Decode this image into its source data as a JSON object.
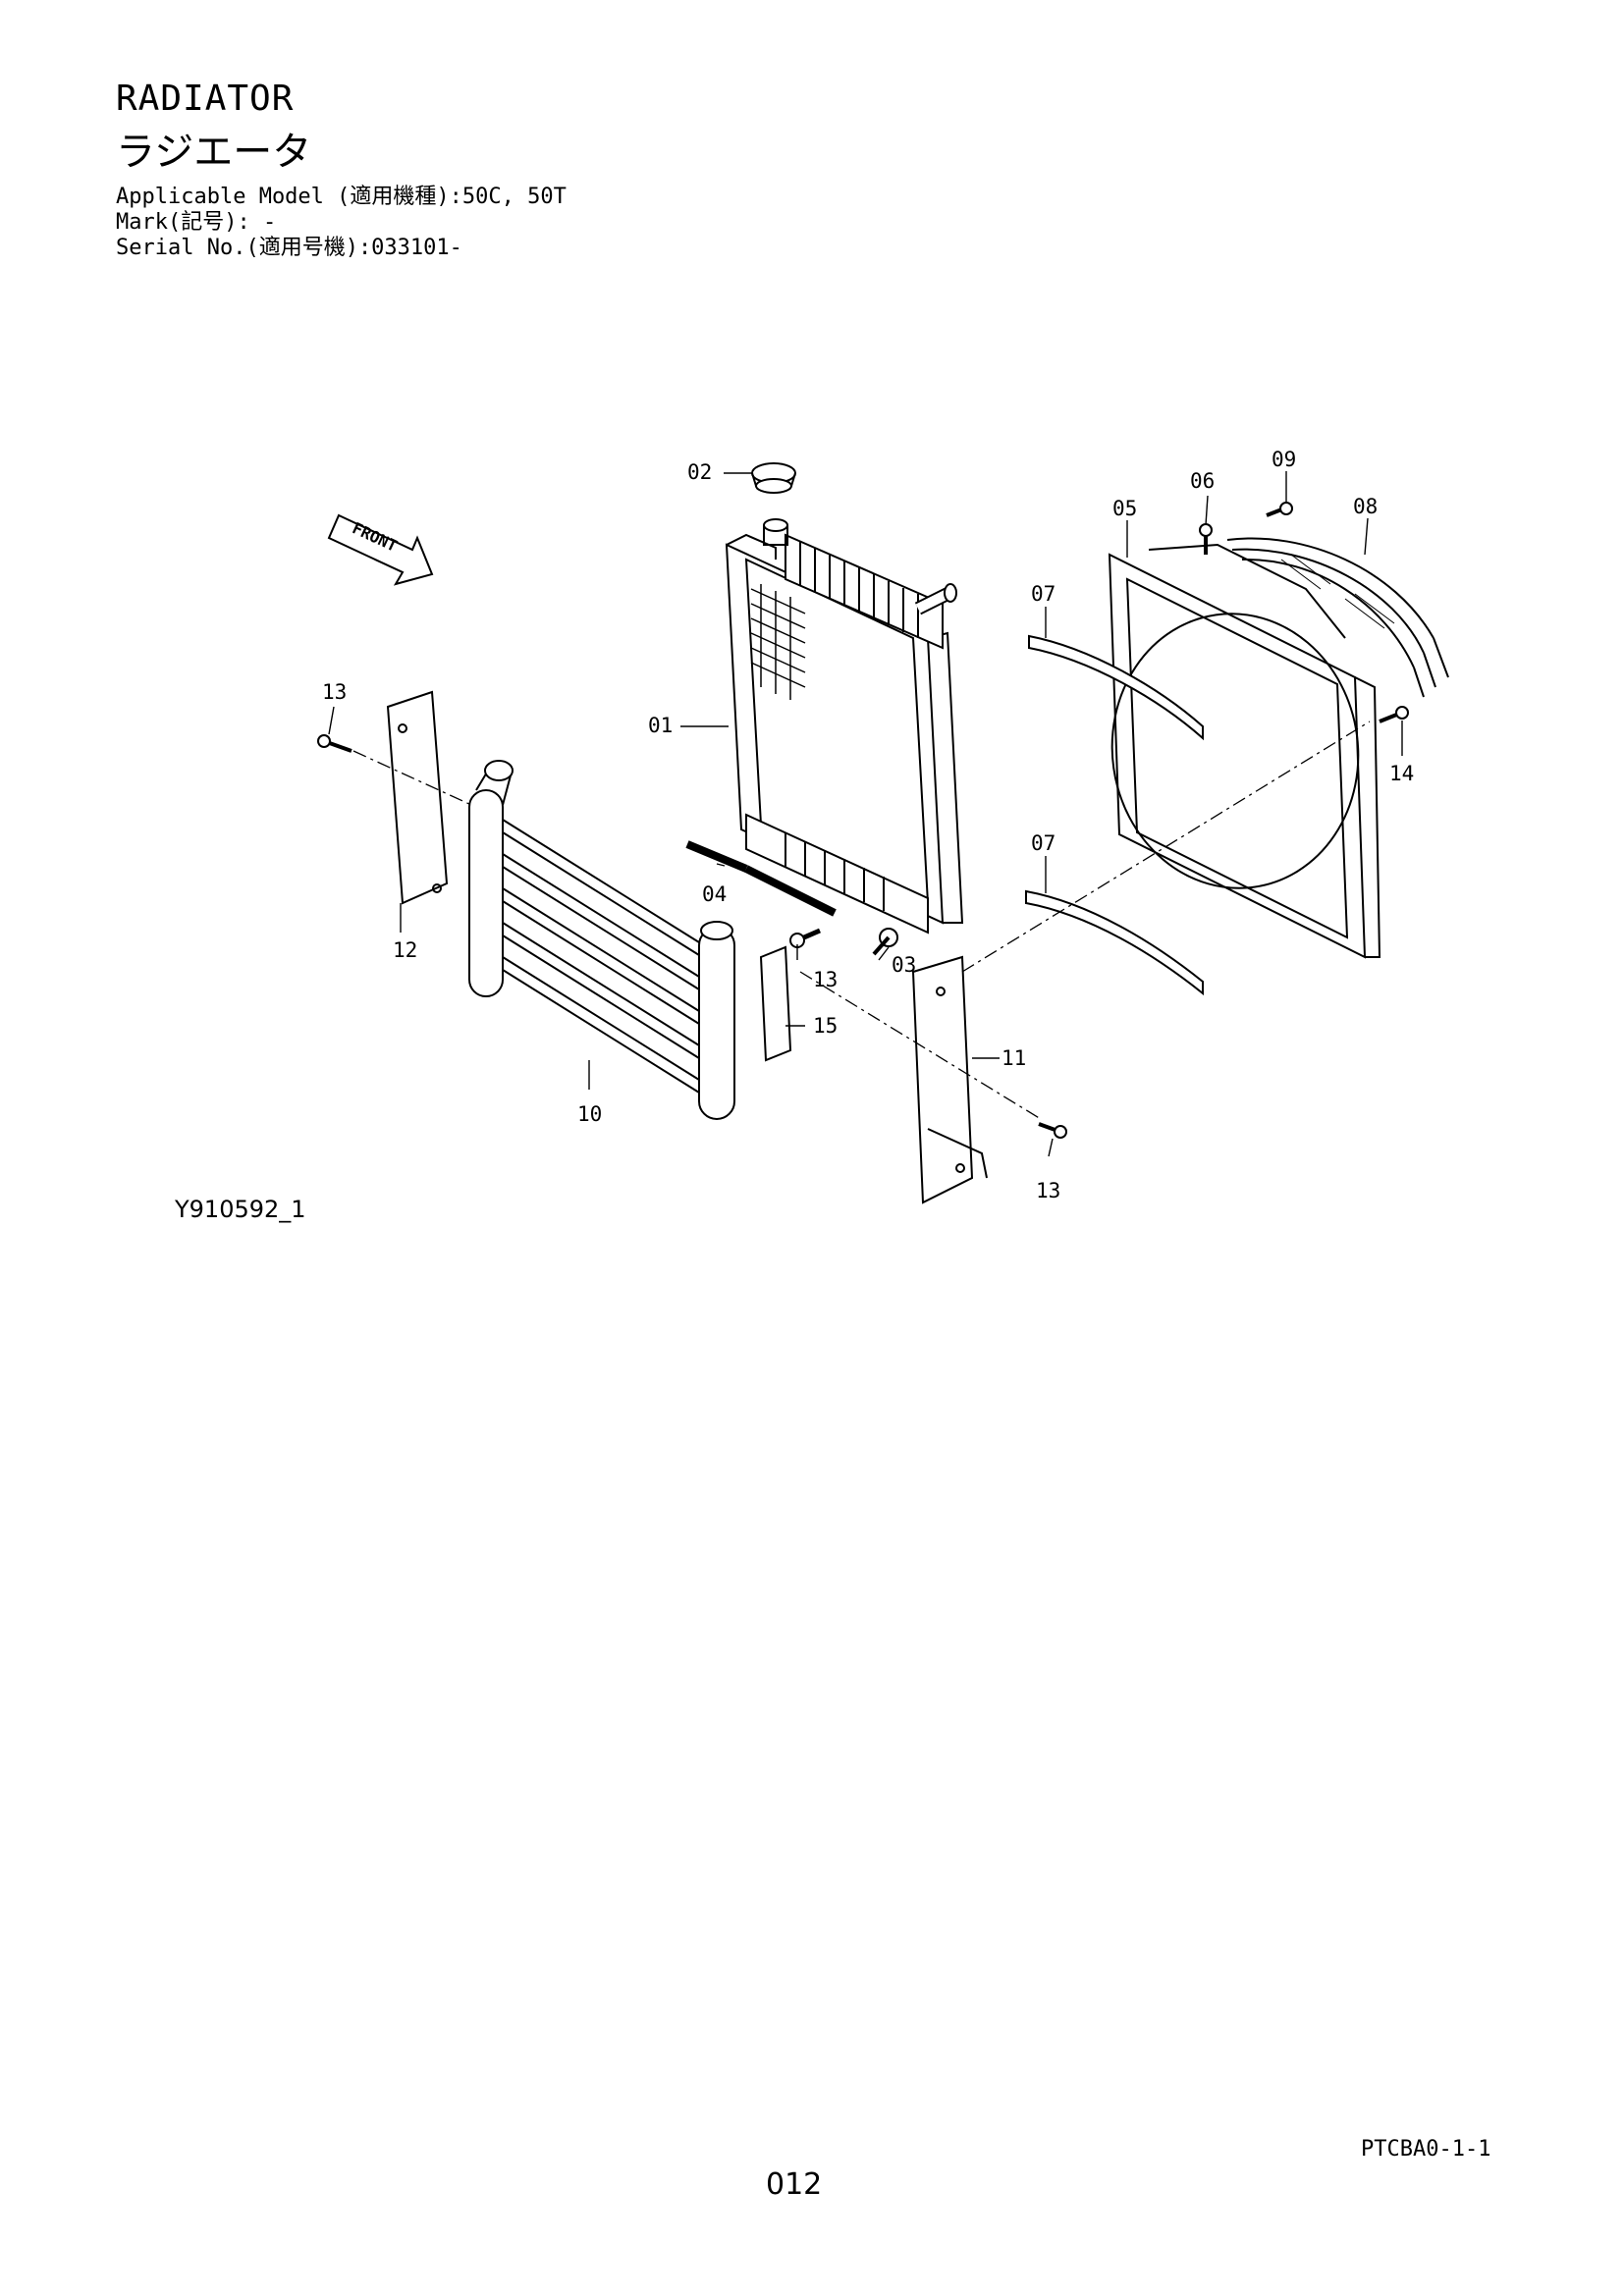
{
  "header": {
    "title": "RADIATOR",
    "subtitle": "ラジエータ",
    "applicable_model": "Applicable Model (適用機種):50C, 50T",
    "mark": "Mark(記号): -",
    "serial": "Serial No.(適用号機):033101-"
  },
  "diagram": {
    "front_label": "FRONT",
    "callouts": {
      "c01": "01",
      "c02": "02",
      "c03": "03",
      "c04": "04",
      "c05": "05",
      "c06": "06",
      "c07a": "07",
      "c07b": "07",
      "c08": "08",
      "c09": "09",
      "c10": "10",
      "c11": "11",
      "c12": "12",
      "c13a": "13",
      "c13b": "13",
      "c13c": "13",
      "c14": "14",
      "c15": "15"
    },
    "figure_id": "Y910592_1"
  },
  "footer": {
    "page_code": "PTCBA0-1-1",
    "page_number": "012"
  }
}
